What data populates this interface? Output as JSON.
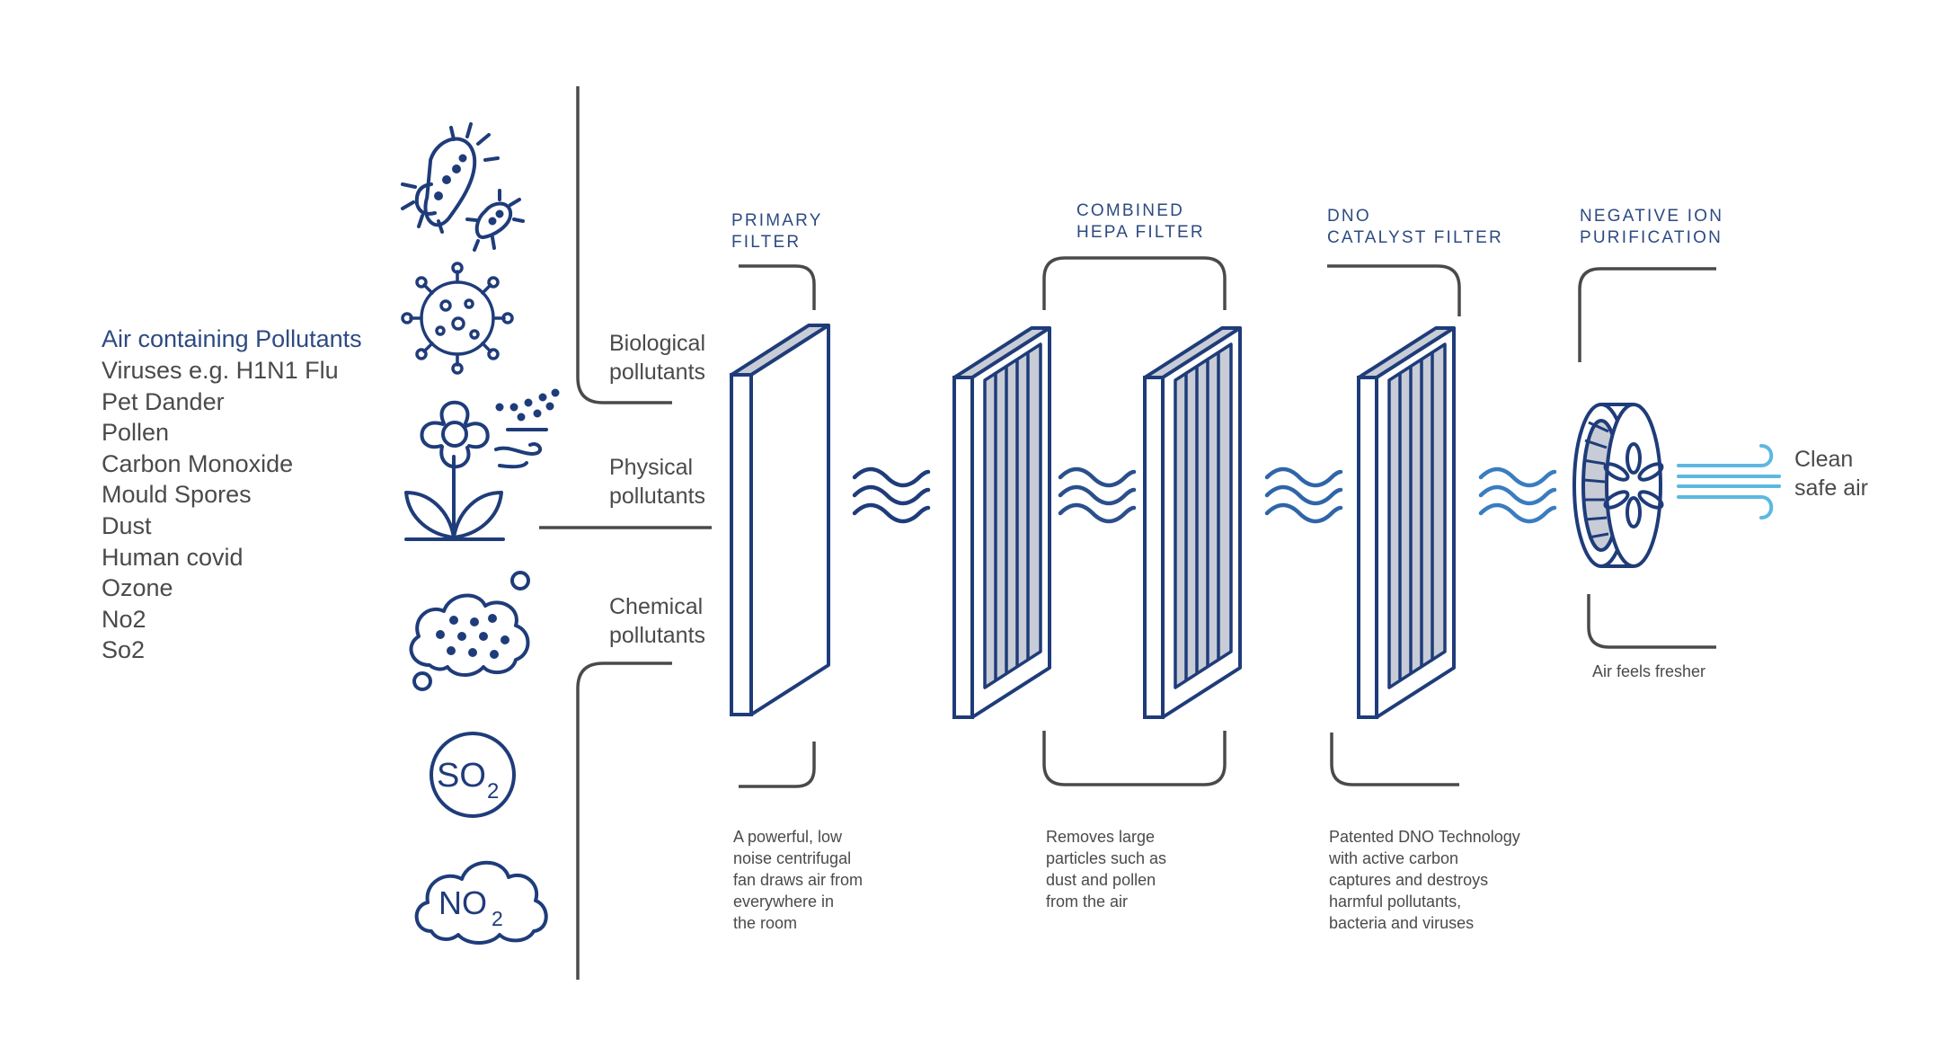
{
  "pollutants": {
    "heading": "Air containing Pollutants",
    "items": [
      "Viruses e.g. H1N1 Flu",
      "Pet Dander",
      "Pollen",
      "Carbon Monoxide",
      "Mould Spores",
      "Dust",
      "Human covid",
      "Ozone",
      "No2",
      "So2"
    ]
  },
  "icons": {
    "so2_text": "SO",
    "so2_sub": "2",
    "no2_text": "NO",
    "no2_sub": "2"
  },
  "categories": {
    "biological": [
      "Biological",
      "pollutants"
    ],
    "physical": [
      "Physical",
      "pollutants"
    ],
    "chemical": [
      "Chemical",
      "pollutants"
    ]
  },
  "stages": {
    "primary": {
      "title": [
        "PRIMARY",
        "FILTER"
      ],
      "description": [
        "A powerful, low",
        "noise centrifugal",
        "fan draws air from",
        "everywhere in",
        "the room"
      ]
    },
    "hepa": {
      "title": [
        "COMBINED",
        "HEPA FILTER"
      ],
      "description": [
        "Removes large",
        "particles such as",
        "dust and pollen",
        "from the air"
      ]
    },
    "dno": {
      "title": [
        "DNO",
        "CATALYST FILTER"
      ],
      "description": [
        "Patented DNO Technology",
        "with active carbon",
        "captures and destroys",
        "harmful pollutants,",
        "bacteria and viruses"
      ]
    },
    "ion": {
      "title": [
        "NEGATIVE ION",
        "PURIFICATION"
      ],
      "note": "Air feels fresher"
    }
  },
  "output": {
    "label": [
      "Clean",
      "safe air"
    ]
  },
  "colors": {
    "navy": "#1f3c7a",
    "heading_blue": "#2d4a82",
    "text_gray": "#4a4a4a",
    "filter_fill": "#c8ccd6",
    "clean_air": "#5db8e0"
  }
}
